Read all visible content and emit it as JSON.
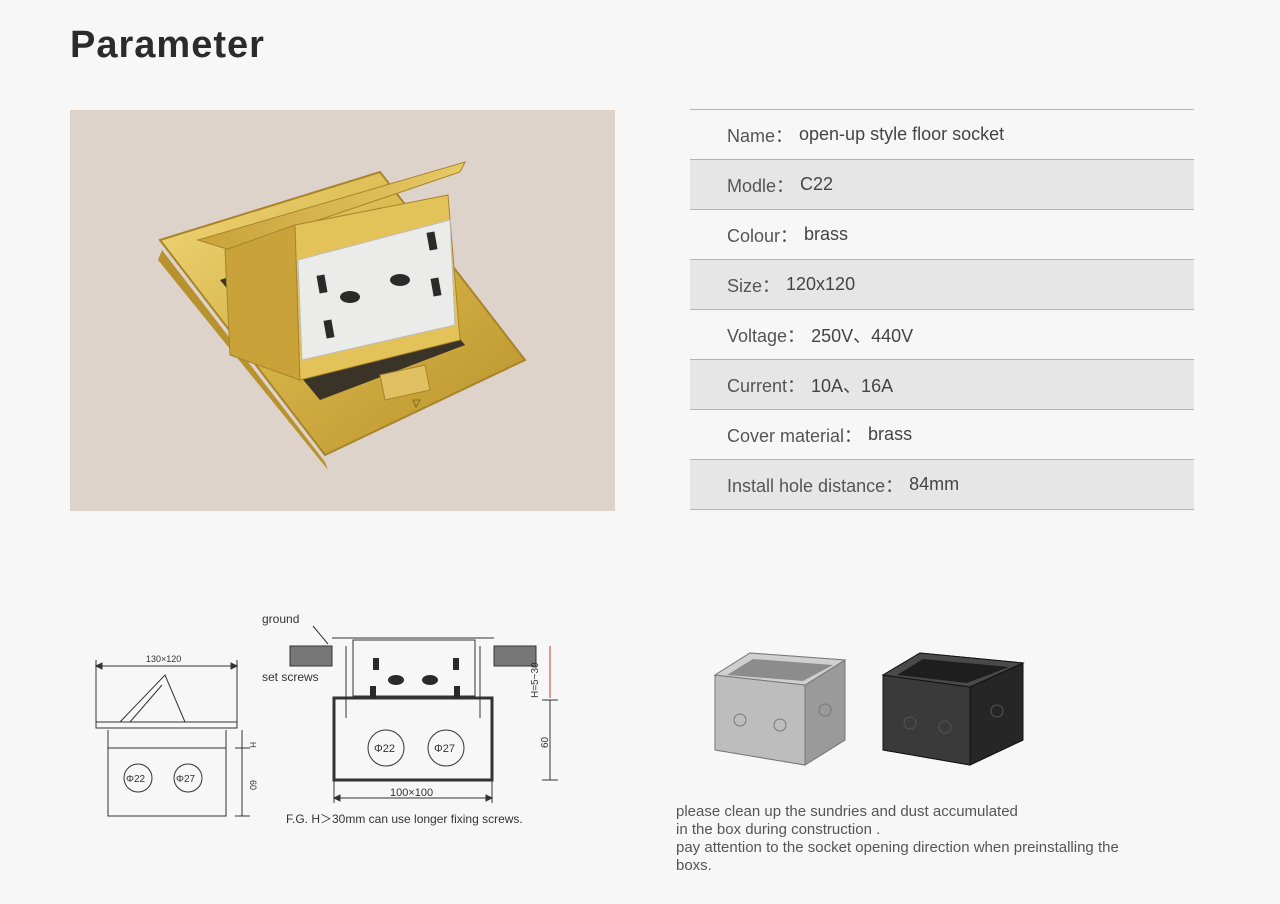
{
  "page": {
    "title": "Parameter"
  },
  "specs": [
    {
      "label": "Name：",
      "value": "open-up style floor socket"
    },
    {
      "label": "Modle：",
      "value": "C22"
    },
    {
      "label": "Colour：",
      "value": "brass"
    },
    {
      "label": "Size：",
      "value": "120x120"
    },
    {
      "label": "Voltage：",
      "value": "250V、440V"
    },
    {
      "label": "Current：",
      "value": "10A、16A"
    },
    {
      "label": "Cover material：",
      "value": "brass"
    },
    {
      "label": "Install hole distance：",
      "value": "84mm"
    }
  ],
  "diagram_left": {
    "top_dim": "130×120",
    "side_dim_small": "H",
    "side_dim_large": "60",
    "hole_a": "Φ22",
    "hole_b": "Φ27"
  },
  "diagram_mid": {
    "ground_label": "ground",
    "screws_label": "set screws",
    "h_dim": "H=5~30",
    "depth_dim": "60",
    "bottom_dim": "100×100",
    "hole_a": "Φ22",
    "hole_b": "Φ27",
    "caption": "F.G. H＞30mm can use longer fixing screws."
  },
  "note": {
    "line1": "please  clean up the sundries and dust accumulated",
    "line2": "in the box during construction .",
    "line3": "pay attention to the socket  opening direction when preinstalling the",
    "line4": "boxs."
  },
  "colors": {
    "photo_bg": "#ddd3ca",
    "brass": "#d9b94a",
    "row_alt": "#e6e6e6"
  }
}
